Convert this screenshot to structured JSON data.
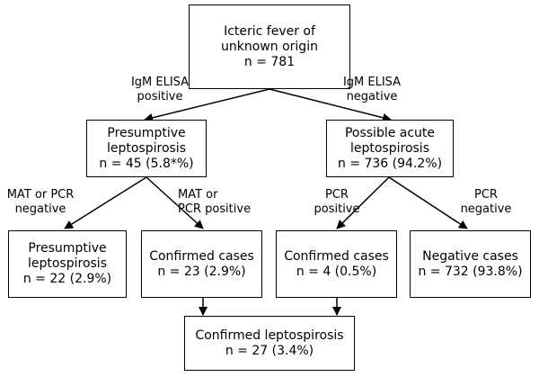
{
  "nodes": {
    "root": [
      "Icteric fever of",
      "unknown origin",
      "n = 781"
    ],
    "presumptive": [
      "Presumptive",
      "leptospirosis",
      "n = 45 (5.8*%)"
    ],
    "possible": [
      "Possible  acute",
      "leptospirosis",
      "n = 736 (94.2%)"
    ],
    "presumptive_final": [
      "Presumptive",
      "leptospirosis",
      "n = 22 (2.9%)"
    ],
    "confirmed_a": [
      "Confirmed cases",
      "n = 23 (2.9%)"
    ],
    "confirmed_b": [
      "Confirmed cases",
      "n = 4 (0.5%)"
    ],
    "negative": [
      "Negative cases",
      "n = 732 (93.8%)"
    ],
    "confirmed_total": [
      "Confirmed leptospirosis",
      "n = 27 (3.4%)"
    ]
  },
  "edge_labels": {
    "igm_positive": [
      "IgM ELISA",
      "positive"
    ],
    "igm_negative": [
      "IgM ELISA",
      "negative"
    ],
    "mat_pcr_negative": [
      "MAT or PCR",
      "negative"
    ],
    "mat_pcr_positive": [
      "MAT or",
      "PCR positive"
    ],
    "pcr_positive": [
      "PCR",
      "positive"
    ],
    "pcr_negative": [
      "PCR",
      "negative"
    ]
  }
}
